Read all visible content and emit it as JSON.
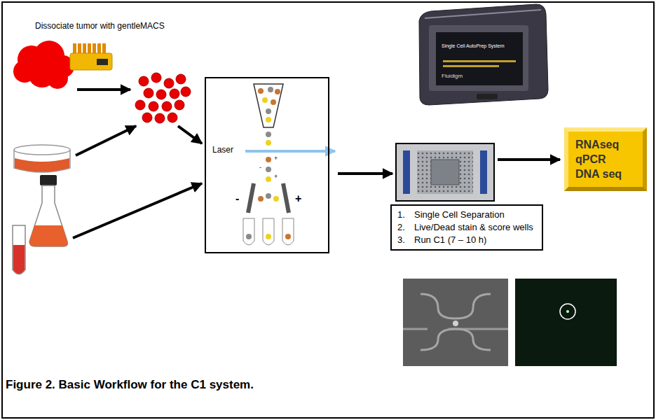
{
  "diagram": {
    "caption": "Figure 2. Basic Workflow for the C1 system.",
    "nodes": [
      {
        "text": [
          "Laser",
          "-",
          "+",
          "+",
          "-",
          "+"
        ]
      },
      {
        "text": [
          "1.",
          "Single Cell Separation",
          "2.",
          "Live/Dead stain & score wells",
          "3.",
          "Run C1 (7 – 10 h)"
        ]
      },
      {
        "text": [
          "RNAseq",
          "qPCR",
          "DNA seq"
        ]
      }
    ],
    "labels": [
      "Dissociate tumor with gentleMACS",
      "Single Cell AutoPrep System",
      "Fluidigm"
    ]
  }
}
